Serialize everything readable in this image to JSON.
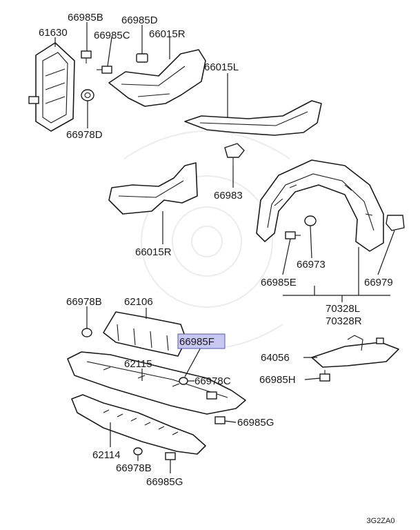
{
  "diagram": {
    "code": "3G2ZA0",
    "highlighted_label": "66985F",
    "labels": {
      "p61630": "61630",
      "p66985B": "66985B",
      "p66985D": "66985D",
      "p66985C": "66985C",
      "p66015R_top": "66015R",
      "p66015L": "66015L",
      "p66978D": "66978D",
      "p66983": "66983",
      "p66015R_mid": "66015R",
      "p66973": "66973",
      "p66985E": "66985E",
      "p66979": "66979",
      "p70328L": "70328L",
      "p70328R": "70328R",
      "p66978B_a": "66978B",
      "p62106": "62106",
      "p66985F": "66985F",
      "p62115": "62115",
      "p66978C": "66978C",
      "p64056": "64056",
      "p66985H": "66985H",
      "p66985G_a": "66985G",
      "p62114": "62114",
      "p66978B_b": "66978B",
      "p66985G_b": "66985G"
    }
  }
}
